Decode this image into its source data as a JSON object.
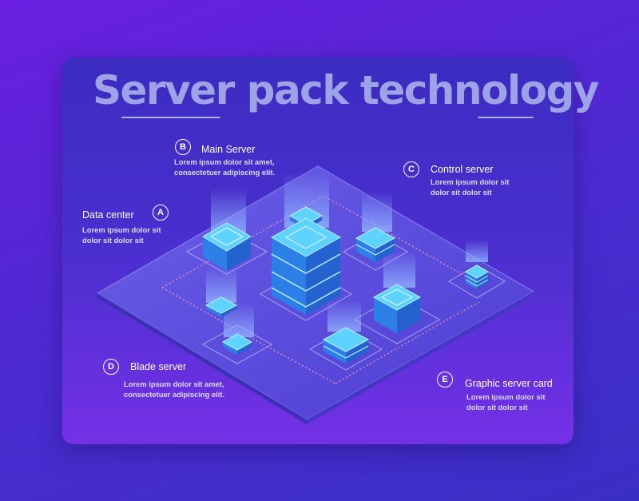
{
  "title": "Server pack technology",
  "labels": {
    "a": {
      "letter": "A",
      "title": "Data center",
      "desc_line1": "Lorem ipsum dolor sit",
      "desc_line2": "dolor sit  dolor sit"
    },
    "b": {
      "letter": "B",
      "title": "Main Server",
      "desc_line1": "Lorem ipsum dolor sit amet,",
      "desc_line2": "consectetuer adipiscing elit."
    },
    "c": {
      "letter": "C",
      "title": "Control server",
      "desc_line1": "Lorem ipsum dolor sit",
      "desc_line2": "dolor sit  dolor sit"
    },
    "d": {
      "letter": "D",
      "title": "Blade server",
      "desc_line1": "Lorem ipsum dolor sit amet,",
      "desc_line2": "consectetuer adipiscing elit."
    },
    "e": {
      "letter": "E",
      "title": "Graphic server card",
      "desc_line1": "Lorem ipsum dolor sit",
      "desc_line2": "dolor sit  dolor sit"
    }
  },
  "colors": {
    "platform": "#5b4fe0",
    "server_top": "#5fd3ff",
    "server_side": "#2d7fe8",
    "connector": "#ff8fb0"
  }
}
